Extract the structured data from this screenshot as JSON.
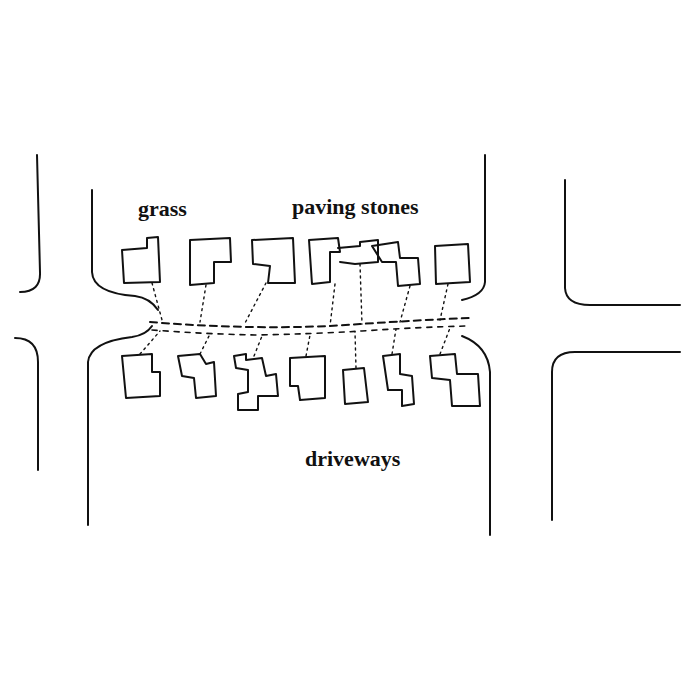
{
  "diagram": {
    "labels": [
      "grass",
      "paving stones",
      "driveways"
    ]
  }
}
